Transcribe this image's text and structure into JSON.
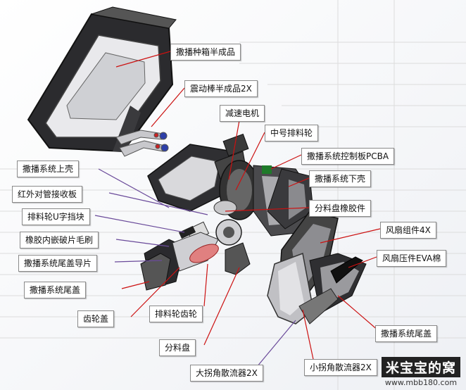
{
  "labels": [
    "撒播种箱半成品",
    "震动棒半成品2X",
    "减速电机",
    "中号排料轮",
    "撒播系统控制板PCBA",
    "撒播系统上壳",
    "撒播系统下壳",
    "红外对管接收板",
    "分料盘橡胶件",
    "排料轮U字挡块",
    "风扇组件4X",
    "橡胶内嵌破片毛刷",
    "风扇压件EVA棉",
    "撒播系统尾盖导片",
    "撒播系统尾盖",
    "齿轮盖",
    "排料轮齿轮",
    "撒播系统尾盖",
    "分料盘",
    "小拐角散流器2X",
    "大拐角散流器2X"
  ],
  "watermark": {
    "title": "米宝宝的窝",
    "url": "www.mbb180.com"
  },
  "colors": {
    "leader": "#cc1111",
    "leader_purple": "#6a4a9a"
  }
}
